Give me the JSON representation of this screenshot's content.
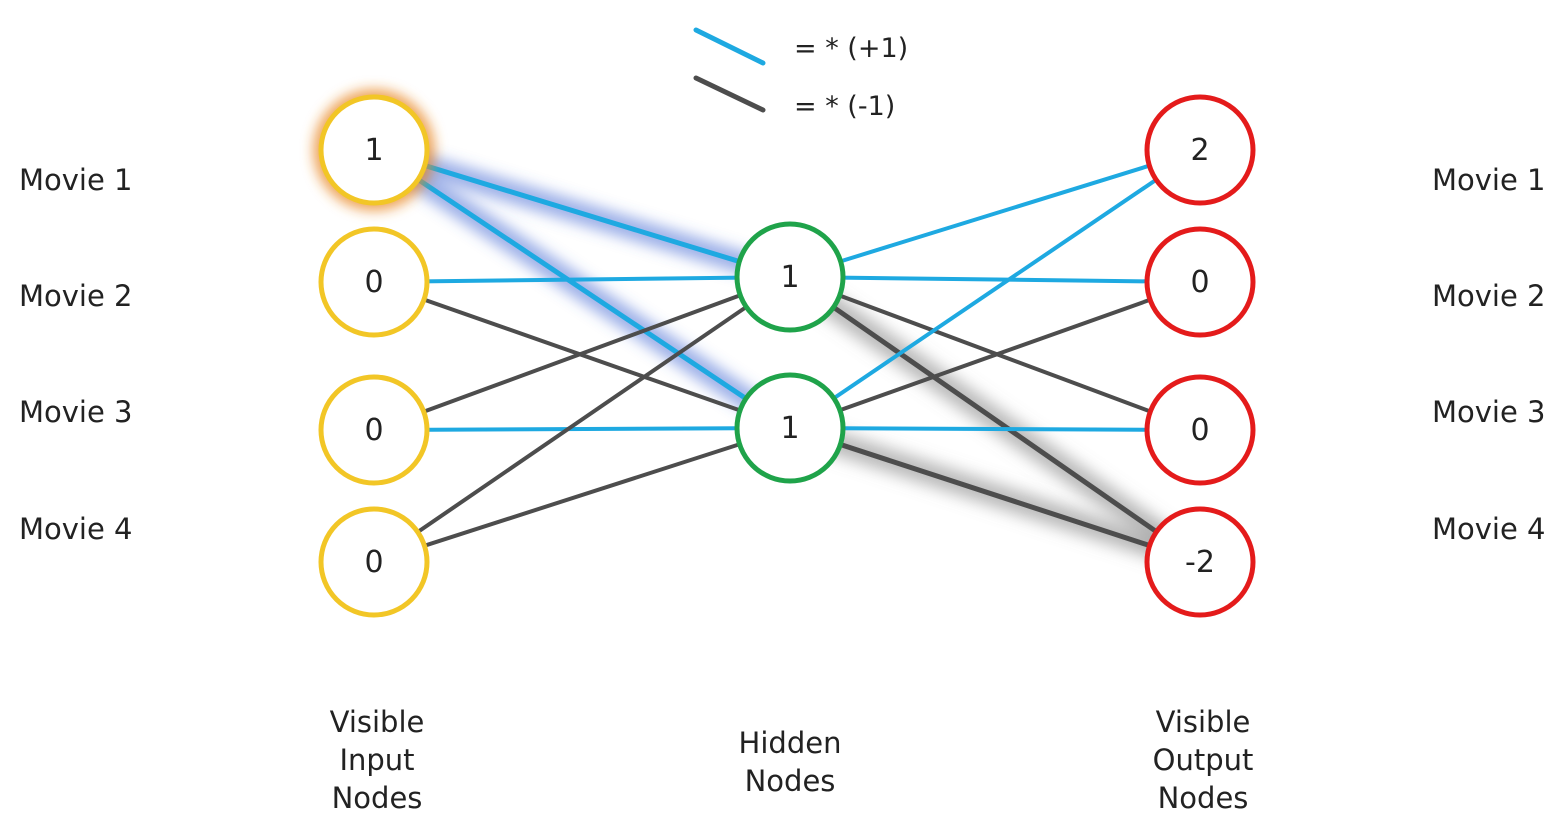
{
  "legend": {
    "positive_label": "= * (+1)",
    "negative_label": "= * (-1)"
  },
  "colors": {
    "positive_line": "#1ea9e1",
    "negative_line": "#4d4d4d",
    "input_node": "#f2c626",
    "hidden_node": "#1fa34a",
    "output_node": "#e41b1b",
    "input_glow": "#e8892a",
    "positive_glow": "#4a6fd6",
    "negative_glow": "#7a7a7a"
  },
  "left_labels": [
    "Movie 1",
    "Movie 2",
    "Movie 3",
    "Movie 4"
  ],
  "right_labels": [
    "Movie 1",
    "Movie 2",
    "Movie 3",
    "Movie 4"
  ],
  "input_nodes": [
    {
      "value": "1",
      "highlighted": true
    },
    {
      "value": "0",
      "highlighted": false
    },
    {
      "value": "0",
      "highlighted": false
    },
    {
      "value": "0",
      "highlighted": false
    }
  ],
  "hidden_nodes": [
    {
      "value": "1"
    },
    {
      "value": "1"
    }
  ],
  "output_nodes": [
    {
      "value": "2"
    },
    {
      "value": "0"
    },
    {
      "value": "0"
    },
    {
      "value": "-2"
    }
  ],
  "input_hidden_weights": [
    {
      "input": 0,
      "hidden": 0,
      "sign": 1,
      "highlighted": true
    },
    {
      "input": 0,
      "hidden": 1,
      "sign": 1,
      "highlighted": true
    },
    {
      "input": 1,
      "hidden": 0,
      "sign": 1,
      "highlighted": false
    },
    {
      "input": 1,
      "hidden": 1,
      "sign": -1,
      "highlighted": false
    },
    {
      "input": 2,
      "hidden": 0,
      "sign": -1,
      "highlighted": false
    },
    {
      "input": 2,
      "hidden": 1,
      "sign": 1,
      "highlighted": false
    },
    {
      "input": 3,
      "hidden": 0,
      "sign": -1,
      "highlighted": false
    },
    {
      "input": 3,
      "hidden": 1,
      "sign": -1,
      "highlighted": false
    }
  ],
  "hidden_output_weights": [
    {
      "hidden": 0,
      "output": 0,
      "sign": 1,
      "highlighted": false
    },
    {
      "hidden": 0,
      "output": 1,
      "sign": 1,
      "highlighted": false
    },
    {
      "hidden": 0,
      "output": 2,
      "sign": -1,
      "highlighted": false
    },
    {
      "hidden": 0,
      "output": 3,
      "sign": -1,
      "highlighted": true
    },
    {
      "hidden": 1,
      "output": 0,
      "sign": 1,
      "highlighted": false
    },
    {
      "hidden": 1,
      "output": 1,
      "sign": -1,
      "highlighted": false
    },
    {
      "hidden": 1,
      "output": 2,
      "sign": 1,
      "highlighted": false
    },
    {
      "hidden": 1,
      "output": 3,
      "sign": -1,
      "highlighted": true
    }
  ],
  "layer_labels": {
    "input": [
      "Visible",
      "Input",
      "Nodes"
    ],
    "hidden": [
      "Hidden",
      "Nodes"
    ],
    "output": [
      "Visible",
      "Output",
      "Nodes"
    ]
  }
}
